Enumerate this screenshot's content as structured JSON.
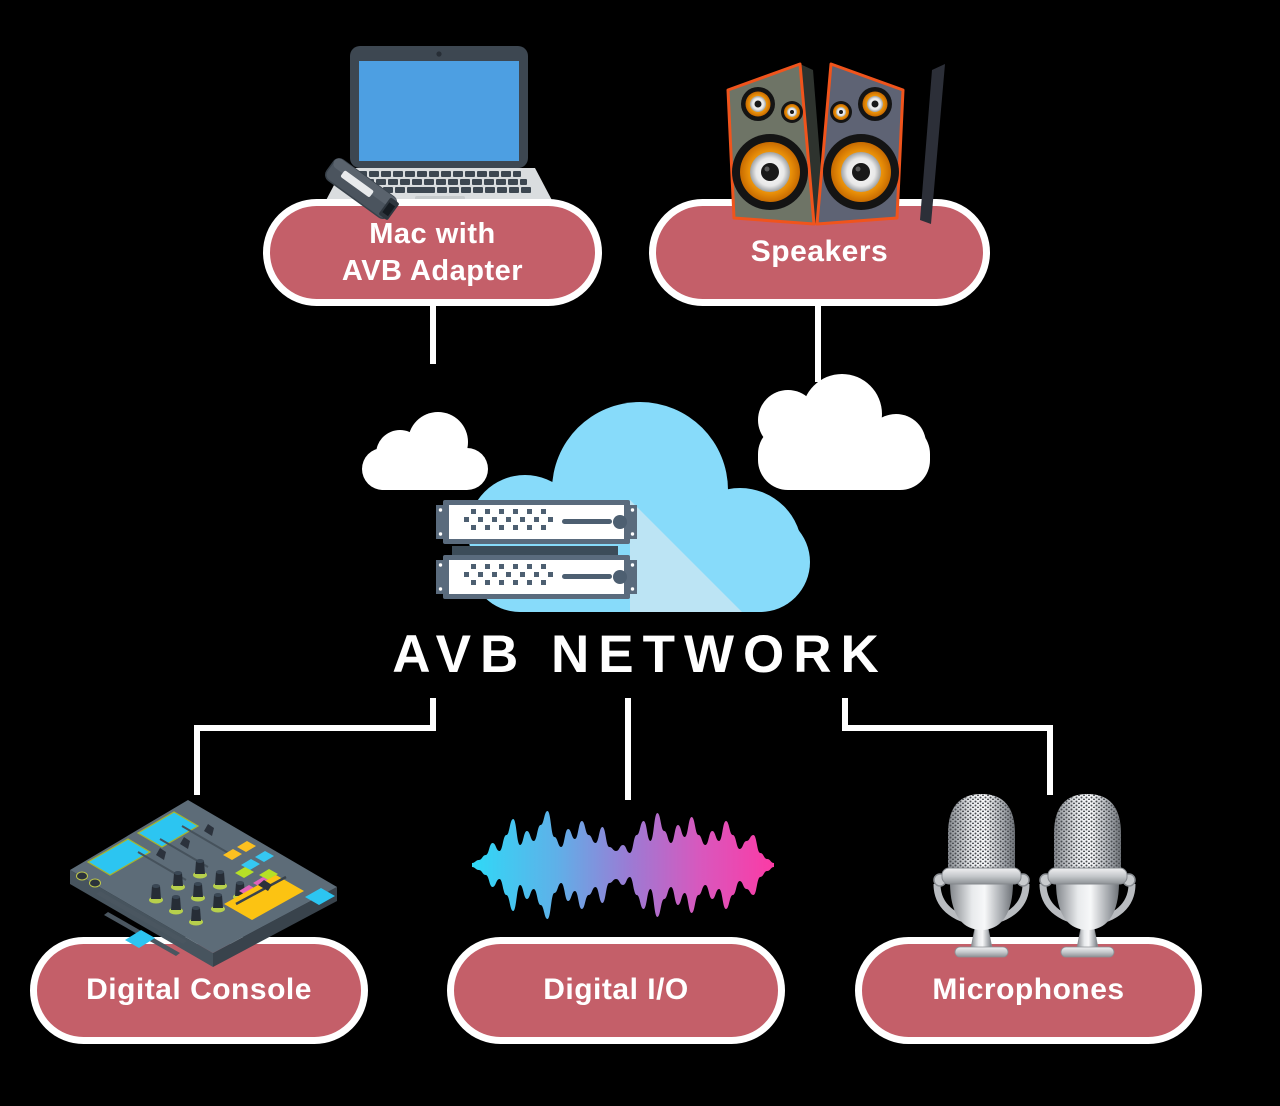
{
  "title": {
    "text": "AVB NETWORK",
    "color": "#ffffff"
  },
  "nodes": {
    "mac": {
      "label_line1": "Mac with",
      "label_line2": "AVB Adapter"
    },
    "speakers": {
      "label": "Speakers"
    },
    "digital_console": {
      "label": "Digital Console"
    },
    "digital_io": {
      "label": "Digital I/O"
    },
    "microphones": {
      "label": "Microphones"
    }
  },
  "connections": [
    {
      "from": "mac",
      "to": "avb-network"
    },
    {
      "from": "speakers",
      "to": "avb-network"
    },
    {
      "from": "avb-network",
      "to": "digital_console"
    },
    {
      "from": "avb-network",
      "to": "digital_io"
    },
    {
      "from": "avb-network",
      "to": "microphones"
    }
  ],
  "colors": {
    "background": "#000000",
    "pill_fill": "#c45f69",
    "pill_border": "#ffffff",
    "pill_text": "#ffffff",
    "connector": "#ffffff",
    "cloud_blue": "#87dbfa",
    "cloud_shadow": "#bce4f4",
    "cloud_white": "#ffffff",
    "server_frame": "#5a6b7d",
    "laptop_screen": "#4d9fe2",
    "speaker_trim": "#f0541c",
    "waveform_start": "#2fd9f7",
    "waveform_end": "#fb3ba5"
  },
  "waveform": {
    "amplitudes": [
      2,
      5,
      10,
      22,
      14,
      30,
      46,
      20,
      34,
      24,
      40,
      54,
      28,
      18,
      36,
      26,
      44,
      30,
      22,
      38,
      18,
      14,
      20,
      12,
      30,
      44,
      24,
      52,
      34,
      22,
      40,
      28,
      48,
      30,
      20,
      34,
      24,
      44,
      30,
      16,
      24,
      30,
      12,
      6,
      2
    ]
  }
}
